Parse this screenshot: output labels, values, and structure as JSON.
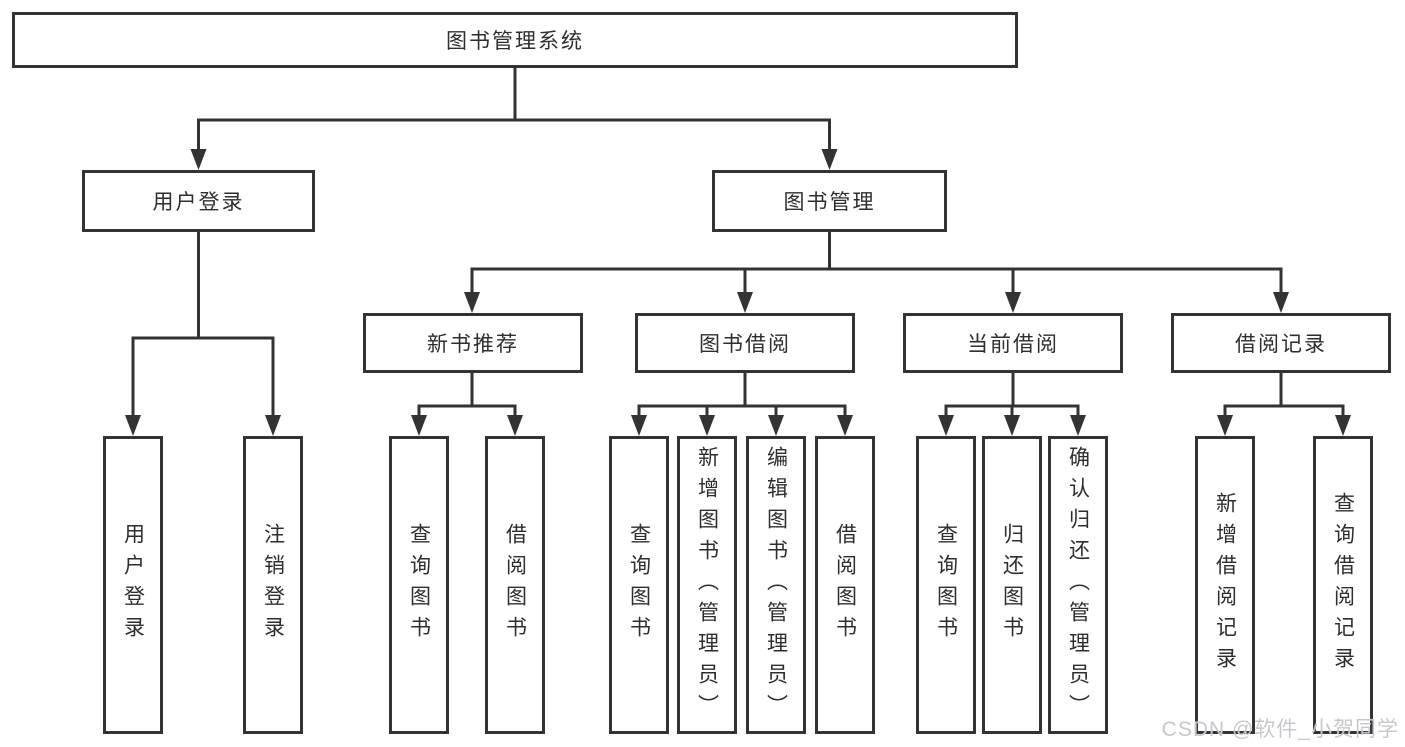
{
  "tree": {
    "label": "图书管理系统",
    "children": [
      {
        "label": "用户登录",
        "children": [
          {
            "label": "用户登录"
          },
          {
            "label": "注销登录"
          }
        ]
      },
      {
        "label": "图书管理",
        "children": [
          {
            "label": "新书推荐",
            "children": [
              {
                "label": "查询图书"
              },
              {
                "label": "借阅图书"
              }
            ]
          },
          {
            "label": "图书借阅",
            "children": [
              {
                "label": "查询图书"
              },
              {
                "label": "新增图书（管理员）"
              },
              {
                "label": "编辑图书（管理员）"
              },
              {
                "label": "借阅图书"
              }
            ]
          },
          {
            "label": "当前借阅",
            "children": [
              {
                "label": "查询图书"
              },
              {
                "label": "归还图书"
              },
              {
                "label": "确认归还（管理员）"
              }
            ]
          },
          {
            "label": "借阅记录",
            "children": [
              {
                "label": "新增借阅记录"
              },
              {
                "label": "查询借阅记录"
              }
            ]
          }
        ]
      }
    ]
  },
  "watermark": {
    "text": "CSDN @软件_小贺同学"
  },
  "colors": {
    "line": "#333333",
    "box_border": "#333333",
    "text": "#2e2e2e",
    "watermark": "#c4c5ca"
  }
}
